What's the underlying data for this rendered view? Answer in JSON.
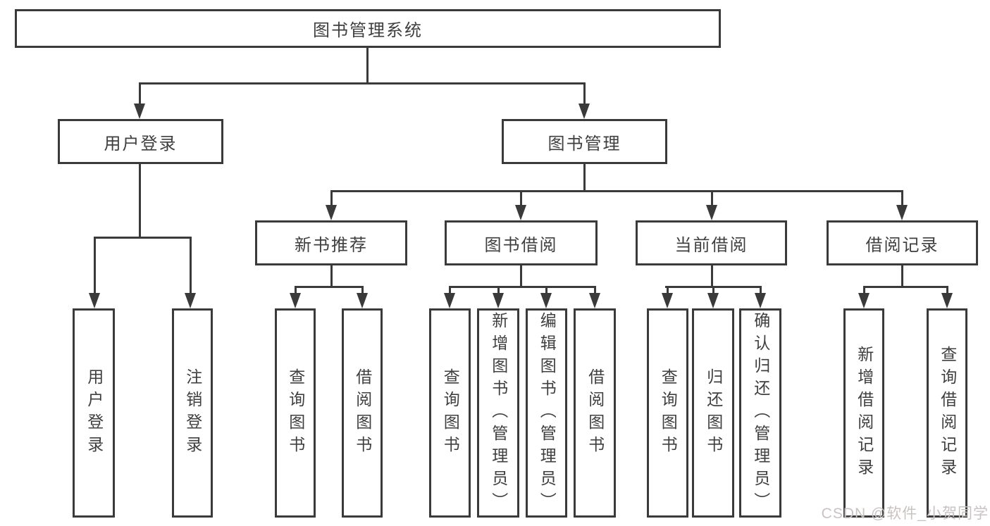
{
  "colors": {
    "line": "#3a3a3a",
    "text": "#3f3f3f",
    "background": "#ffffff",
    "watermark": "#c9c2c2"
  },
  "watermark": {
    "text": "CSDN @软件_小贺同学"
  },
  "tree": {
    "root": {
      "label": "图书管理系统",
      "children": [
        {
          "label": "用户登录",
          "children": [
            {
              "label": "用户登录"
            },
            {
              "label": "注销登录"
            }
          ]
        },
        {
          "label": "图书管理",
          "children": [
            {
              "label": "新书推荐",
              "children": [
                {
                  "label": "查询图书"
                },
                {
                  "label": "借阅图书"
                }
              ]
            },
            {
              "label": "图书借阅",
              "children": [
                {
                  "label": "查询图书"
                },
                {
                  "label": "新增图书（管理员）"
                },
                {
                  "label": "编辑图书（管理员）"
                },
                {
                  "label": "借阅图书"
                }
              ]
            },
            {
              "label": "当前借阅",
              "children": [
                {
                  "label": "查询图书"
                },
                {
                  "label": "归还图书"
                },
                {
                  "label": "确认归还（管理员）"
                }
              ]
            },
            {
              "label": "借阅记录",
              "children": [
                {
                  "label": "新增借阅记录"
                },
                {
                  "label": "查询借阅记录"
                }
              ]
            }
          ]
        }
      ]
    }
  }
}
